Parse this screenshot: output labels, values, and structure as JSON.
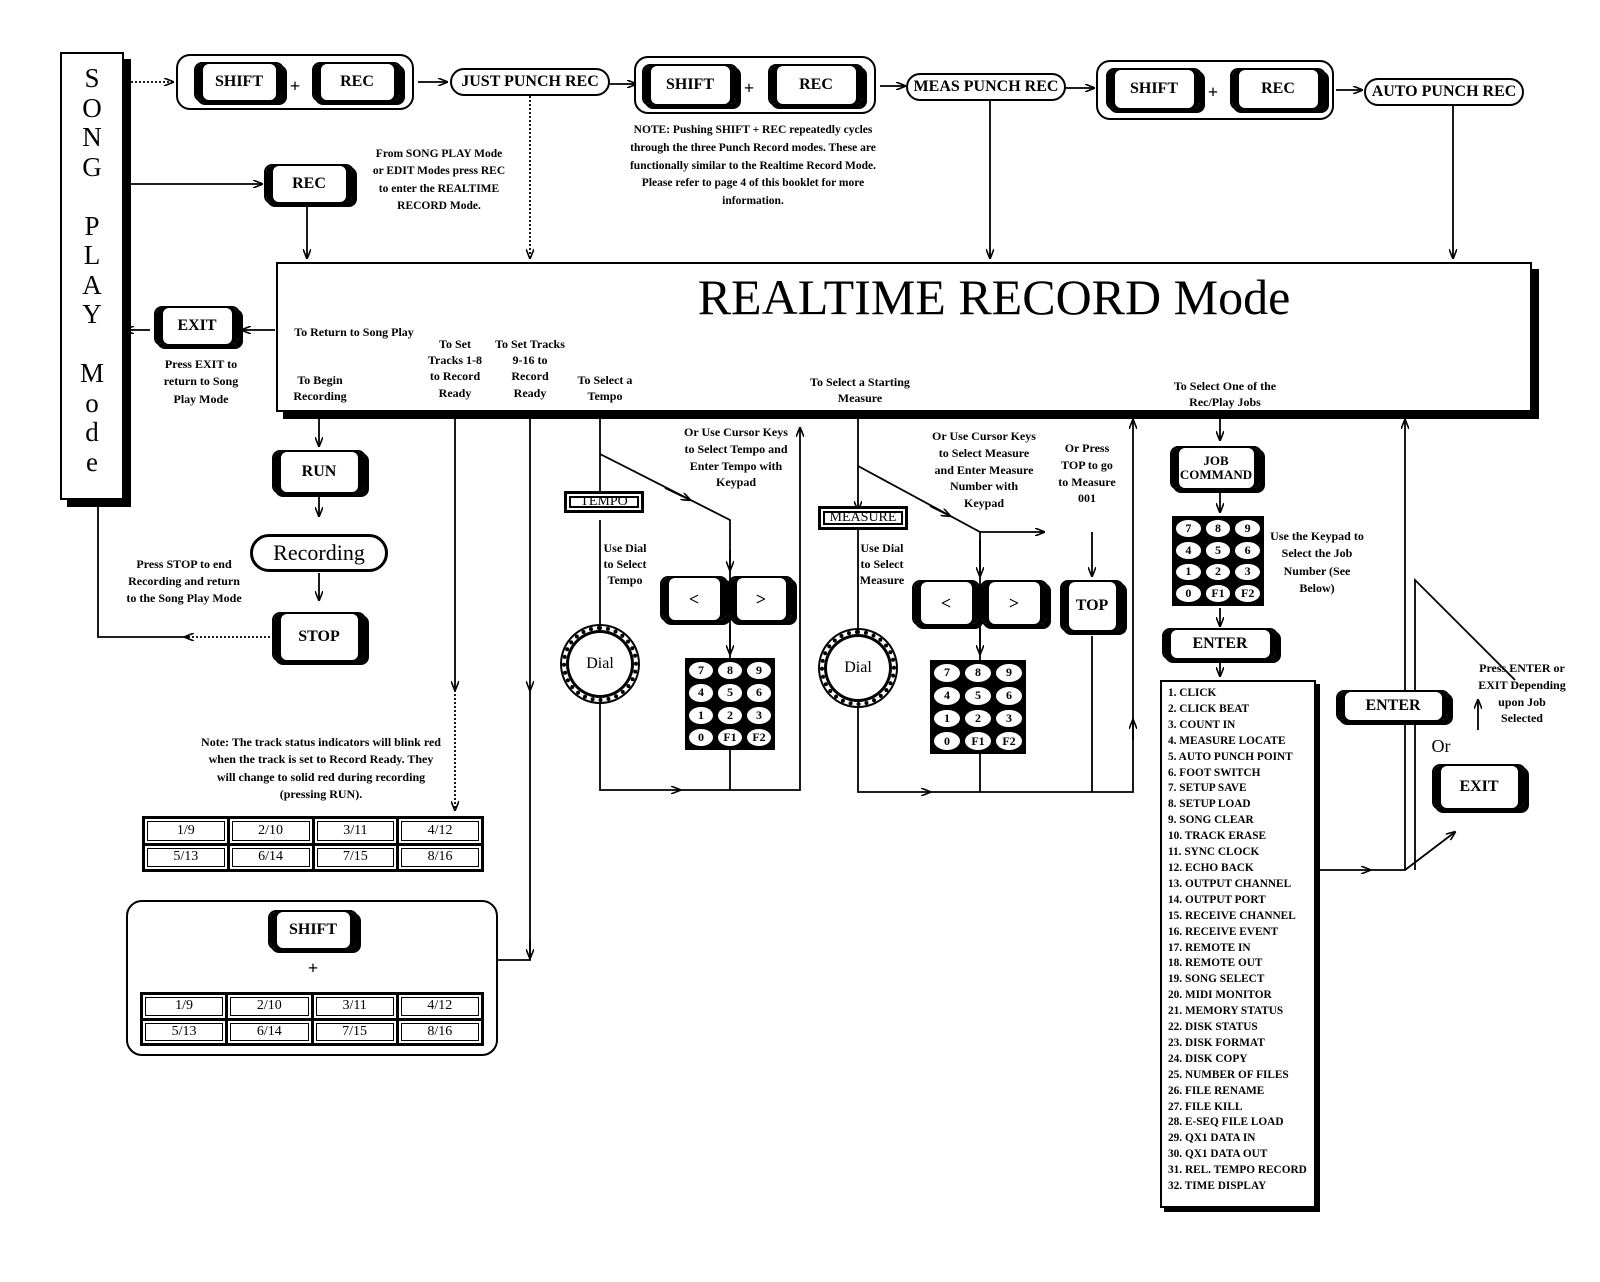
{
  "song_play_mode": {
    "letters": [
      "S",
      "O",
      "N",
      "G",
      "",
      "P",
      "L",
      "A",
      "Y",
      "",
      "M",
      "o",
      "d",
      "e"
    ]
  },
  "buttons": {
    "shift": "SHIFT",
    "rec": "REC",
    "plus": "+",
    "exit": "EXIT",
    "run": "RUN",
    "stop": "STOP",
    "top": "TOP",
    "enter": "ENTER",
    "job_command": "JOB COMMAND",
    "cursor_left": "<",
    "cursor_right": ">"
  },
  "punch_modes": [
    "JUST PUNCH REC",
    "MEAS PUNCH REC",
    "AUTO PUNCH REC"
  ],
  "recording_state": "Recording",
  "realtime_mode": {
    "title": "REALTIME RECORD Mode"
  },
  "tags": {
    "tempo": "TEMPO",
    "measure": "MEASURE"
  },
  "dial_label": "Dial",
  "or_label": "Or",
  "notes": {
    "rec_from_song_play": "From SONG PLAY Mode or EDIT Modes press REC to enter the REALTIME RECORD Mode.",
    "shift_rec_cycle": "NOTE: Pushing SHIFT + REC repeatedly cycles through the three Punch Record modes. These are functionally similar to the Realtime Record Mode. Please refer to page 4 of this booklet for more information.",
    "to_return": "To Return to Song Play",
    "press_exit": "Press EXIT to return to Song Play Mode",
    "to_begin": "To Begin Recording",
    "tracks_1_8": "To Set Tracks 1-8 to Record Ready",
    "tracks_9_16": "To Set Tracks 9-16 to Record Ready",
    "select_tempo": "To Select a Tempo",
    "cursor_tempo": "Or Use Cursor Keys to Select Tempo and Enter Tempo with Keypad",
    "dial_tempo": "Use Dial to Select Tempo",
    "select_measure": "To Select a Starting Measure",
    "cursor_measure": "Or Use Cursor Keys to Select Measure and Enter Measure Number with Keypad",
    "dial_measure": "Use Dial to Select Measure",
    "press_top": "Or Press TOP to go to Measure 001",
    "select_job": "To Select One of the Rec/Play Jobs",
    "keypad_job": "Use the Keypad to Select the Job Number (See Below)",
    "press_stop": "Press STOP to end Recording and return to the Song Play Mode",
    "track_status": "Note: The track status indicators will blink red when the track is set to Record Ready. They will change to solid red during recording (pressing RUN).",
    "enter_or_exit": "Press ENTER or EXIT Depending upon Job Selected"
  },
  "keypad_keys": [
    "7",
    "8",
    "9",
    "4",
    "5",
    "6",
    "1",
    "2",
    "3",
    "0",
    "F1",
    "F2"
  ],
  "tracks": [
    "1/9",
    "2/10",
    "3/11",
    "4/12",
    "5/13",
    "6/14",
    "7/15",
    "8/16"
  ],
  "jobs": [
    "1. CLICK",
    "2. CLICK BEAT",
    "3. COUNT IN",
    "4. MEASURE LOCATE",
    "5. AUTO PUNCH POINT",
    "6. FOOT SWITCH",
    "7. SETUP SAVE",
    "8. SETUP LOAD",
    "9. SONG CLEAR",
    "10. TRACK ERASE",
    "11. SYNC CLOCK",
    "12. ECHO BACK",
    "13. OUTPUT CHANNEL",
    "14. OUTPUT PORT",
    "15. RECEIVE CHANNEL",
    "16. RECEIVE EVENT",
    "17. REMOTE IN",
    "18. REMOTE OUT",
    "19. SONG SELECT",
    "20. MIDI MONITOR",
    "21. MEMORY STATUS",
    "22. DISK STATUS",
    "23. DISK FORMAT",
    "24. DISK COPY",
    "25. NUMBER OF FILES",
    "26. FILE RENAME",
    "27. FILE KILL",
    "28. E-SEQ FILE LOAD",
    "29. QX1 DATA IN",
    "30. QX1 DATA OUT",
    "31. REL. TEMPO RECORD",
    "32. TIME DISPLAY"
  ]
}
